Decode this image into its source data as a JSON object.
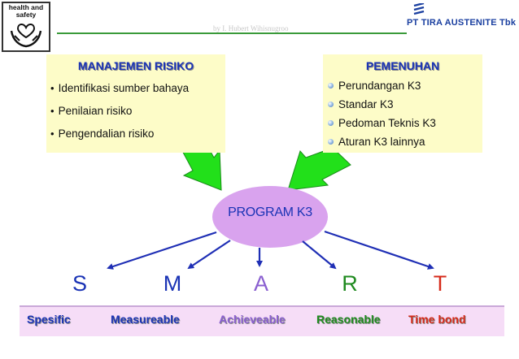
{
  "header": {
    "logo_text_line1": "health and",
    "logo_text_line2": "safety",
    "author": "by I. Hubert Wihisnugroo",
    "company": "PT TIRA AUSTENITE Tbk"
  },
  "left_panel": {
    "title": "MANAJEMEN RISIKO",
    "items": [
      "Identifikasi sumber bahaya",
      "Penilaian risiko",
      "Pengendalian risiko"
    ]
  },
  "right_panel": {
    "title": "PEMENUHAN",
    "items": [
      "Perundangan K3",
      "Standar K3",
      "Pedoman Teknis K3",
      "Aturan K3 lainnya"
    ]
  },
  "center": {
    "label": "PROGRAM K3"
  },
  "smart": [
    {
      "letter": "S",
      "word": "Spesific",
      "color": "#1a33b5"
    },
    {
      "letter": "M",
      "word": "Measureable",
      "color": "#1a33b5"
    },
    {
      "letter": "A",
      "word": "Achieveable",
      "color": "#8a5fd0"
    },
    {
      "letter": "R",
      "word": "Reasonable",
      "color": "#1f8a1f"
    },
    {
      "letter": "T",
      "word": "Time bond",
      "color": "#d62a1a"
    }
  ],
  "colors": {
    "panel_bg": "#fdfcc8",
    "ellipse_fill": "#d9a3ee",
    "arrow_green": "#22e01a",
    "connector_blue": "#1f2fb5",
    "bottom_bar": "#f6ddf7"
  }
}
